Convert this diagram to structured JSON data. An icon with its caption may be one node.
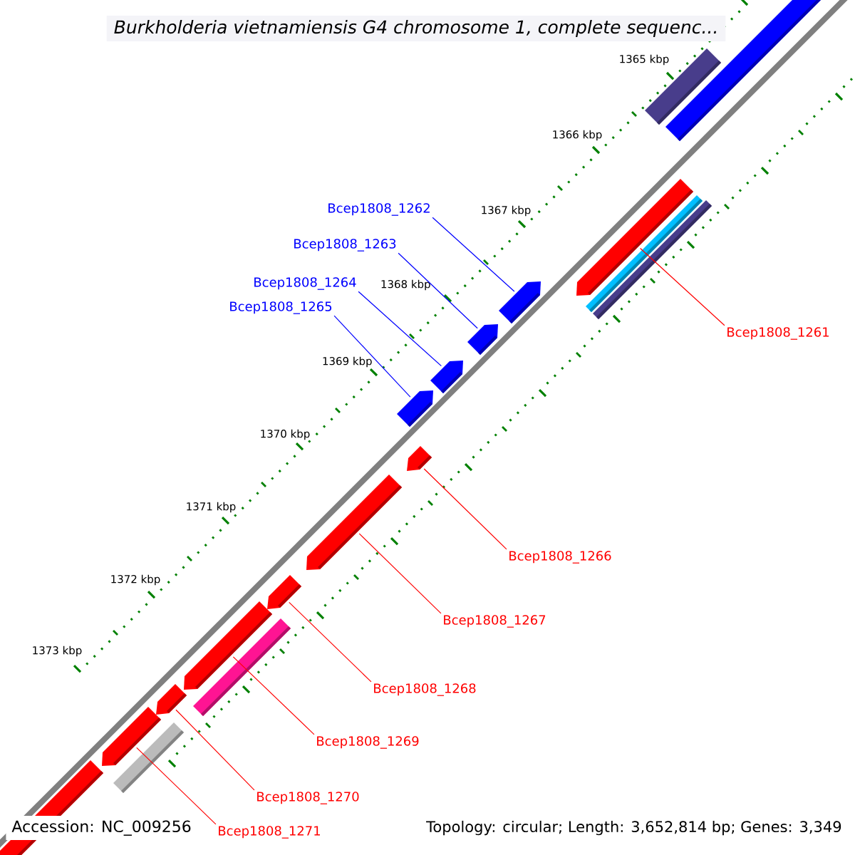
{
  "diagram": {
    "title": "Burkholderia vietnamiensis G4 chromosome 1, complete sequenc...",
    "nodes": [
      {
        "text": [
          "Bcep1808_1262"
        ]
      },
      {
        "text": [
          "Bcep1808_1263"
        ]
      },
      {
        "text": [
          "Bcep1808_1264"
        ]
      },
      {
        "text": [
          "Bcep1808_1265"
        ]
      },
      {
        "text": [
          "Bcep1808_1261"
        ]
      },
      {
        "text": [
          "Bcep1808_1266"
        ]
      },
      {
        "text": [
          "Bcep1808_1267"
        ]
      },
      {
        "text": [
          "Bcep1808_1268"
        ]
      },
      {
        "text": [
          "Bcep1808_1269"
        ]
      },
      {
        "text": [
          "Bcep1808_1270"
        ]
      },
      {
        "text": [
          "Bcep1808_1271"
        ]
      },
      {
        "text": [],
        "shape": "bar"
      },
      {
        "text": [],
        "shape": "bar"
      },
      {
        "text": [],
        "shape": "bar"
      },
      {
        "text": [],
        "shape": "bar"
      },
      {
        "text": [],
        "shape": "bar"
      },
      {
        "text": [],
        "shape": "bar"
      },
      {
        "text": [],
        "shape": "bar"
      },
      {
        "text": [],
        "shape": "bar"
      },
      {
        "text": [],
        "shape": "bar"
      },
      {
        "text": [],
        "shape": "bar"
      },
      {
        "text": [],
        "shape": "bar"
      },
      {
        "text": [],
        "shape": "bar"
      },
      {
        "text": [],
        "shape": "bar"
      },
      {
        "text": [],
        "shape": "bar"
      },
      {
        "text": [],
        "shape": "bar"
      },
      {
        "text": [],
        "shape": "bar"
      },
      {
        "text": [],
        "shape": "bar"
      },
      {
        "text": [],
        "shape": "bar"
      }
    ],
    "edges": [
      {
        "from": 0,
        "to": 16,
        "arrow": "none",
        "color": "#0000ff"
      },
      {
        "from": 1,
        "to": 17,
        "arrow": "none",
        "color": "#0000ff"
      },
      {
        "from": 2,
        "to": 18,
        "arrow": "none",
        "color": "#0000ff"
      },
      {
        "from": 3,
        "to": 19,
        "arrow": "none",
        "color": "#0000ff"
      },
      {
        "from": 4,
        "to": 13,
        "arrow": "none"
      },
      {
        "from": 5,
        "to": 20,
        "arrow": "none"
      },
      {
        "from": 6,
        "to": 21,
        "arrow": "none"
      },
      {
        "from": 7,
        "to": 22,
        "arrow": "none"
      },
      {
        "from": 8,
        "to": 23,
        "arrow": "none"
      },
      {
        "from": 9,
        "to": 25,
        "arrow": "none"
      },
      {
        "from": 10,
        "to": 26,
        "arrow": "none"
      }
    ],
    "labels": [
      "1365 kbp",
      "1366 kbp",
      "1367 kbp",
      "1368 kbp",
      "1369 kbp",
      "1370 kbp",
      "1371 kbp",
      "1372 kbp",
      "1373 kbp",
      "Accession: NC_009256",
      "Topology: circular; Length: 3,652,814 bp; Genes: 3,349"
    ]
  }
}
